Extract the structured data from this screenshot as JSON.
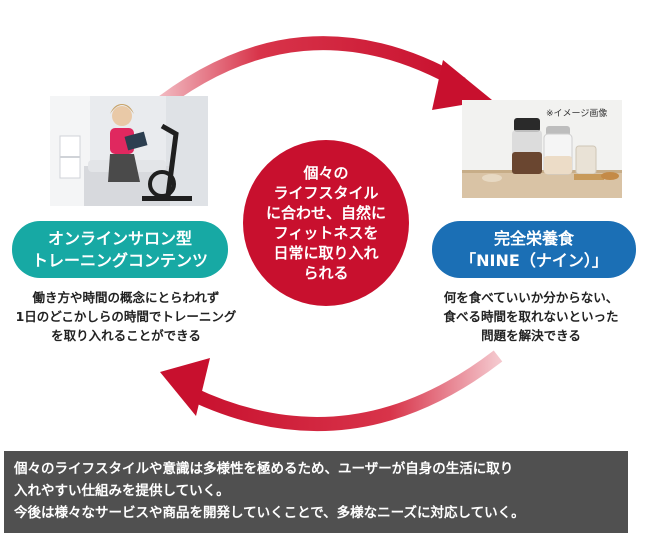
{
  "center": {
    "lines": [
      "個々の",
      "ライフスタイル",
      "に合わせ、自然に",
      "フィットネスを",
      "日常に取り入れ",
      "られる"
    ]
  },
  "left": {
    "pill_lines": [
      "オンラインサロン型",
      "トレーニングコンテンツ"
    ],
    "desc_lines": [
      "働き方や時間の概念にとらわれず",
      "1日のどこかしらの時間でトレーニング",
      "を取り入れることができる"
    ]
  },
  "right": {
    "pill_lines": [
      "完全栄養食",
      "「NINE（ナイン）」"
    ],
    "desc_lines": [
      "何を食べていいか分からない、",
      "食べる時間を取れないといった",
      "問題を解決できる"
    ],
    "image_note": "※イメージ画像"
  },
  "bottom": {
    "lines": [
      "個々のライフスタイルや意識は多様性を極めるため、ユーザーが自身の生活に取り",
      "入れやすい仕組みを提供していく。",
      "今後は様々なサービスや商品を開発していくことで、多様なニーズに対応していく。"
    ]
  },
  "colors": {
    "accent_red": "#c8102e",
    "teal": "#17a9a4",
    "blue": "#1b6fb5",
    "bottom_bg": "#505050"
  }
}
